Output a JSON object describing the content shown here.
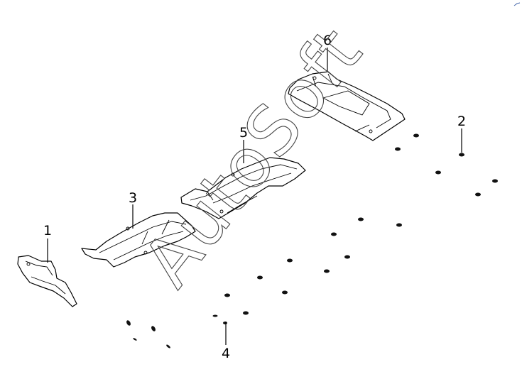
{
  "callouts": {
    "c1": "1",
    "c2": "2",
    "c3": "3",
    "c4": "4",
    "c5": "5",
    "c6": "6"
  },
  "watermark": "AutoSoft"
}
